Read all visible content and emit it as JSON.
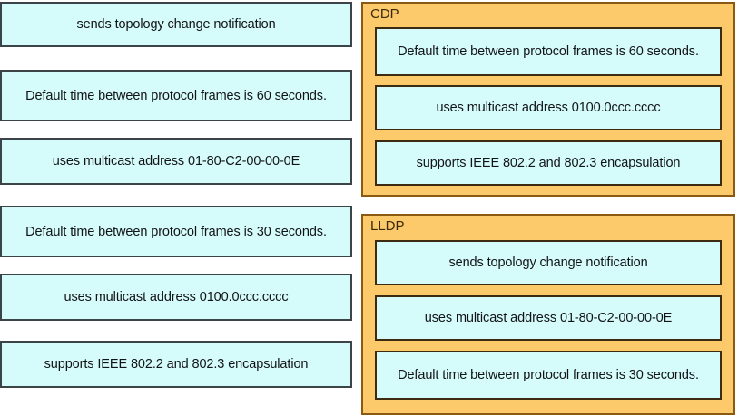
{
  "colors": {
    "item_fill": "#d6fbfb",
    "item_border": "#3c4448",
    "panel_fill": "#fcc96b",
    "panel_border": "#8a5a12",
    "slot_border": "#3c2b10",
    "background": "#ffffff",
    "text": "#111417",
    "panel_title_text": "#3b2a08"
  },
  "source_pool": {
    "name": "unassigned-options",
    "items": [
      {
        "id": "opt-1",
        "label": "sends topology change notification"
      },
      {
        "id": "opt-2",
        "label": "Default time between protocol frames is 60 seconds."
      },
      {
        "id": "opt-3",
        "label": "uses multicast address 01-80-C2-00-00-0E"
      },
      {
        "id": "opt-4",
        "label": "Default time between protocol frames is 30 seconds."
      },
      {
        "id": "opt-5",
        "label": "uses multicast address 0100.0ccc.cccc"
      },
      {
        "id": "opt-6",
        "label": "supports IEEE 802.2 and 802.3 encapsulation"
      }
    ]
  },
  "target_panels": [
    {
      "id": "panel-cdp",
      "title": "CDP",
      "slots": [
        {
          "id": "cdp-slot-1",
          "label": "Default time between protocol frames is 60 seconds."
        },
        {
          "id": "cdp-slot-2",
          "label": "uses multicast address 0100.0ccc.cccc"
        },
        {
          "id": "cdp-slot-3",
          "label": "supports IEEE 802.2 and 802.3 encapsulation"
        }
      ]
    },
    {
      "id": "panel-lldp",
      "title": "LLDP",
      "slots": [
        {
          "id": "lldp-slot-1",
          "label": "sends topology change notification"
        },
        {
          "id": "lldp-slot-2",
          "label": "uses multicast address 01-80-C2-00-00-0E"
        },
        {
          "id": "lldp-slot-3",
          "label": "Default time between protocol frames is 30 seconds."
        }
      ]
    }
  ]
}
